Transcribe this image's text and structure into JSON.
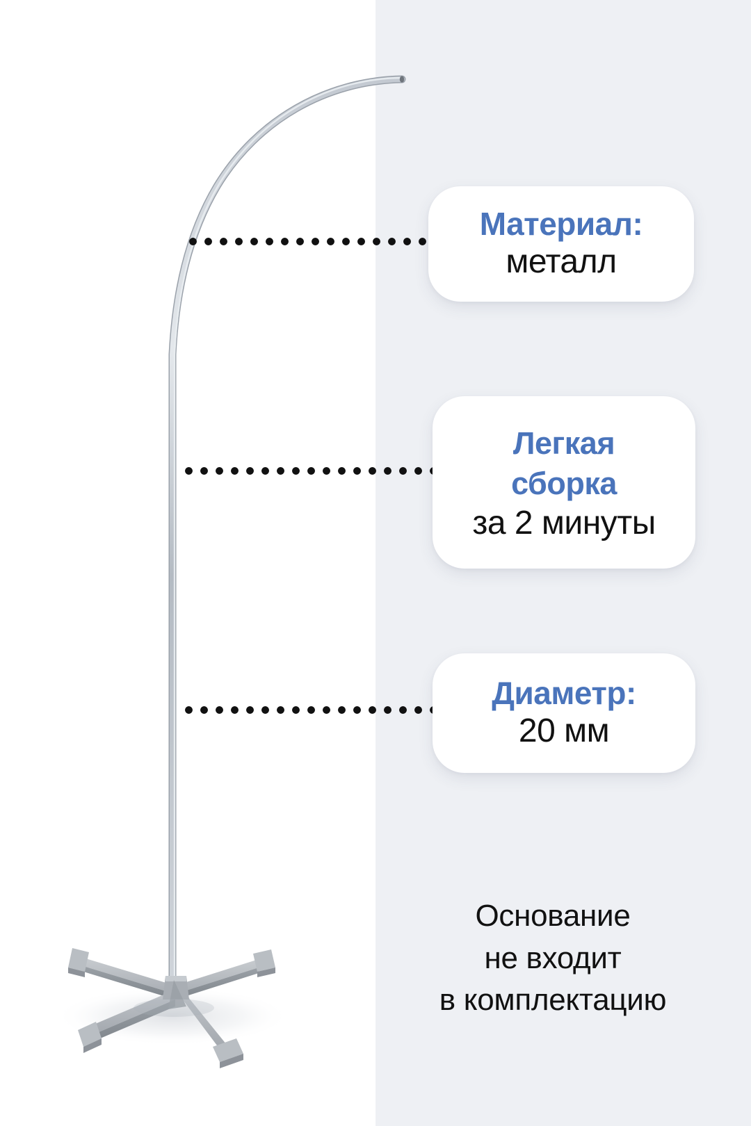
{
  "page": {
    "background_left_color": "#ffffff",
    "background_right_color": "#eef0f4",
    "accent_color": "#4a74bb",
    "text_color": "#111111",
    "card_color": "#ffffff",
    "dot_color": "#111111"
  },
  "product": {
    "name": "curved-flag-banner-pole",
    "pole_color_light": "#d8dde3",
    "pole_color_mid": "#aab2bc",
    "pole_color_dark": "#8d959f",
    "base_color_light": "#b9bec3",
    "base_color_mid": "#9aa0a6",
    "base_color_dark": "#7d8389"
  },
  "features": [
    {
      "id": "material",
      "title": "Материал:",
      "subtitle": "металл"
    },
    {
      "id": "assembly",
      "title": "Легкая\nсборка",
      "title_line_1": "Легкая",
      "title_line_2": "сборка",
      "subtitle": "за 2 минуты"
    },
    {
      "id": "diameter",
      "title": "Диаметр:",
      "subtitle": "20 мм"
    }
  ],
  "footnote": {
    "line_1": "Основание",
    "line_2": "не входит",
    "line_3": "в комплектацию"
  }
}
